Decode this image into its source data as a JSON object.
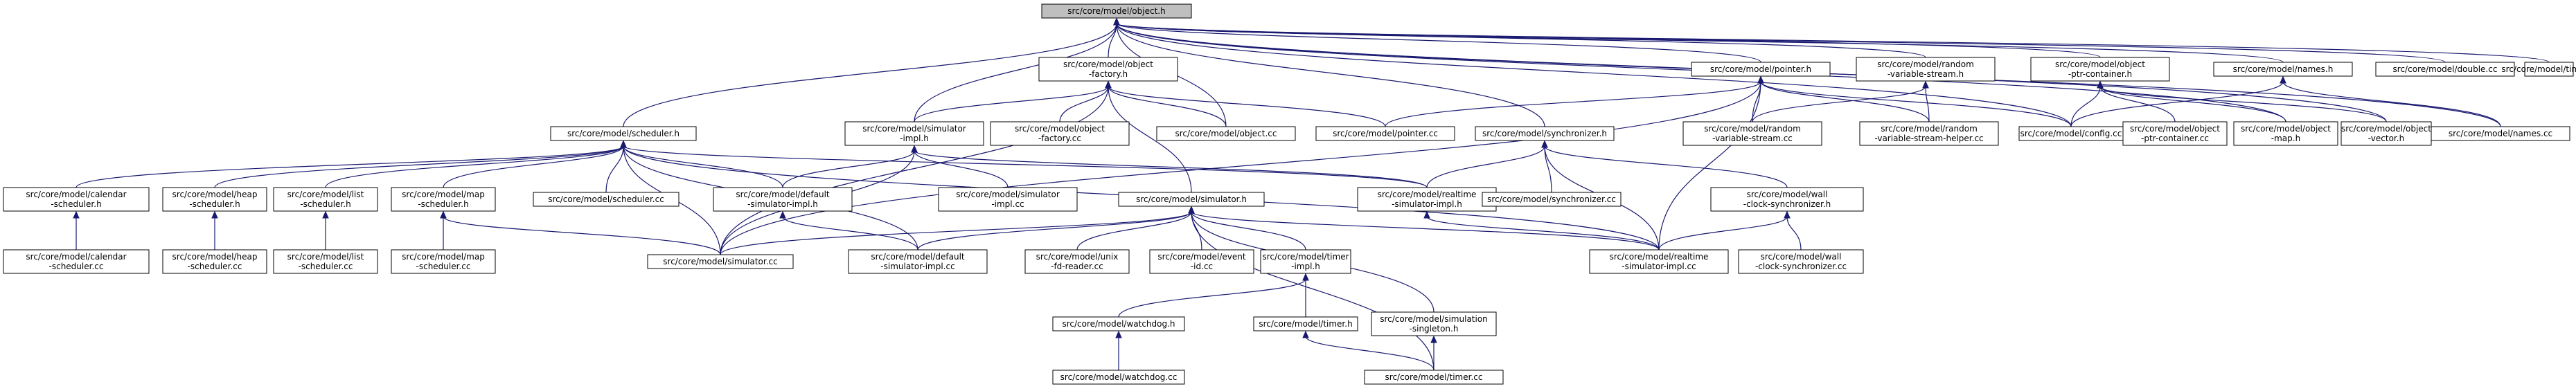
{
  "graph": {
    "colors": {
      "edge": "#191970",
      "node_fill": "#ffffff",
      "highlight_fill": "#bfbfbf",
      "border": "#000000"
    },
    "highlight": "object_h",
    "nodes": [
      {
        "id": "object_h",
        "lines": [
          "src/core/model/object.h"
        ]
      },
      {
        "id": "object_factory_h",
        "lines": [
          "src/core/model/object",
          "-factory.h"
        ]
      },
      {
        "id": "pointer_h",
        "lines": [
          "src/core/model/pointer.h"
        ]
      },
      {
        "id": "random_vs_h",
        "lines": [
          "src/core/model/random",
          "-variable-stream.h"
        ]
      },
      {
        "id": "optr_container_h",
        "lines": [
          "src/core/model/object",
          "-ptr-container.h"
        ]
      },
      {
        "id": "names_h",
        "lines": [
          "src/core/model/names.h"
        ]
      },
      {
        "id": "double_cc",
        "lines": [
          "src/core/model/double.cc"
        ]
      },
      {
        "id": "time_cc",
        "lines": [
          "src/core/model/time.cc"
        ]
      },
      {
        "id": "scheduler_h",
        "lines": [
          "src/core/model/scheduler.h"
        ]
      },
      {
        "id": "sim_impl_h",
        "lines": [
          "src/core/model/simulator",
          "-impl.h"
        ]
      },
      {
        "id": "object_factory_cc",
        "lines": [
          "src/core/model/object",
          "-factory.cc"
        ]
      },
      {
        "id": "object_cc",
        "lines": [
          "src/core/model/object.cc"
        ]
      },
      {
        "id": "pointer_cc",
        "lines": [
          "src/core/model/pointer.cc"
        ]
      },
      {
        "id": "synchronizer_h",
        "lines": [
          "src/core/model/synchronizer.h"
        ]
      },
      {
        "id": "random_vs_cc",
        "lines": [
          "src/core/model/random",
          "-variable-stream.cc"
        ]
      },
      {
        "id": "random_vs_helper_cc",
        "lines": [
          "src/core/model/random",
          "-variable-stream-helper.cc"
        ]
      },
      {
        "id": "config_cc",
        "lines": [
          "src/core/model/config.cc"
        ]
      },
      {
        "id": "optr_container_cc",
        "lines": [
          "src/core/model/object",
          "-ptr-container.cc"
        ]
      },
      {
        "id": "object_map_h",
        "lines": [
          "src/core/model/object",
          "-map.h"
        ]
      },
      {
        "id": "object_vector_h",
        "lines": [
          "src/core/model/object",
          "-vector.h"
        ]
      },
      {
        "id": "names_cc",
        "lines": [
          "src/core/model/names.cc"
        ]
      },
      {
        "id": "calendar_h",
        "lines": [
          "src/core/model/calendar",
          "-scheduler.h"
        ]
      },
      {
        "id": "heap_h",
        "lines": [
          "src/core/model/heap",
          "-scheduler.h"
        ]
      },
      {
        "id": "list_h",
        "lines": [
          "src/core/model/list",
          "-scheduler.h"
        ]
      },
      {
        "id": "map_h",
        "lines": [
          "src/core/model/map",
          "-scheduler.h"
        ]
      },
      {
        "id": "scheduler_cc",
        "lines": [
          "src/core/model/scheduler.cc"
        ]
      },
      {
        "id": "default_impl_h",
        "lines": [
          "src/core/model/default",
          "-simulator-impl.h"
        ]
      },
      {
        "id": "sim_impl_cc",
        "lines": [
          "src/core/model/simulator",
          "-impl.cc"
        ]
      },
      {
        "id": "realtime_impl_h",
        "lines": [
          "src/core/model/realtime",
          "-simulator-impl.h"
        ]
      },
      {
        "id": "synchronizer_cc",
        "lines": [
          "src/core/model/synchronizer.cc"
        ]
      },
      {
        "id": "wall_sync_h",
        "lines": [
          "src/core/model/wall",
          "-clock-synchronizer.h"
        ]
      },
      {
        "id": "simulator_h",
        "lines": [
          "src/core/model/simulator.h"
        ]
      },
      {
        "id": "calendar_cc",
        "lines": [
          "src/core/model/calendar",
          "-scheduler.cc"
        ]
      },
      {
        "id": "heap_cc",
        "lines": [
          "src/core/model/heap",
          "-scheduler.cc"
        ]
      },
      {
        "id": "list_cc",
        "lines": [
          "src/core/model/list",
          "-scheduler.cc"
        ]
      },
      {
        "id": "map_cc",
        "lines": [
          "src/core/model/map",
          "-scheduler.cc"
        ]
      },
      {
        "id": "simulator_cc",
        "lines": [
          "src/core/model/simulator.cc"
        ]
      },
      {
        "id": "default_impl_cc",
        "lines": [
          "src/core/model/default",
          "-simulator-impl.cc"
        ]
      },
      {
        "id": "unix_fd_cc",
        "lines": [
          "src/core/model/unix",
          "-fd-reader.cc"
        ]
      },
      {
        "id": "event_id_cc",
        "lines": [
          "src/core/model/event",
          "-id.cc"
        ]
      },
      {
        "id": "timer_impl_h",
        "lines": [
          "src/core/model/timer",
          "-impl.h"
        ]
      },
      {
        "id": "sim_singleton_h",
        "lines": [
          "src/core/model/simulation",
          "-singleton.h"
        ]
      },
      {
        "id": "realtime_impl_cc",
        "lines": [
          "src/core/model/realtime",
          "-simulator-impl.cc"
        ]
      },
      {
        "id": "wall_sync_cc",
        "lines": [
          "src/core/model/wall",
          "-clock-synchronizer.cc"
        ]
      },
      {
        "id": "watchdog_h",
        "lines": [
          "src/core/model/watchdog.h"
        ]
      },
      {
        "id": "timer_h",
        "lines": [
          "src/core/model/timer.h"
        ]
      },
      {
        "id": "watchdog_cc",
        "lines": [
          "src/core/model/watchdog.cc"
        ]
      },
      {
        "id": "timer_cc",
        "lines": [
          "src/core/model/timer.cc"
        ]
      }
    ],
    "edges": [
      [
        "object_h",
        "object_factory_h"
      ],
      [
        "object_h",
        "pointer_h"
      ],
      [
        "object_h",
        "random_vs_h"
      ],
      [
        "object_h",
        "optr_container_h"
      ],
      [
        "object_h",
        "names_h"
      ],
      [
        "object_h",
        "double_cc"
      ],
      [
        "object_h",
        "time_cc"
      ],
      [
        "object_h",
        "scheduler_h"
      ],
      [
        "object_h",
        "sim_impl_h"
      ],
      [
        "object_h",
        "object_cc"
      ],
      [
        "object_h",
        "synchronizer_h"
      ],
      [
        "object_h",
        "config_cc"
      ],
      [
        "object_h",
        "object_map_h"
      ],
      [
        "object_h",
        "object_vector_h"
      ],
      [
        "object_h",
        "names_cc"
      ],
      [
        "object_factory_h",
        "object_factory_cc"
      ],
      [
        "object_factory_h",
        "object_cc"
      ],
      [
        "object_factory_h",
        "pointer_cc"
      ],
      [
        "object_factory_h",
        "sim_impl_h"
      ],
      [
        "object_factory_h",
        "simulator_h"
      ],
      [
        "object_factory_h",
        "simulator_cc"
      ],
      [
        "pointer_h",
        "pointer_cc"
      ],
      [
        "pointer_h",
        "random_vs_cc"
      ],
      [
        "pointer_h",
        "random_vs_helper_cc"
      ],
      [
        "pointer_h",
        "config_cc"
      ],
      [
        "pointer_h",
        "simulator_cc"
      ],
      [
        "pointer_h",
        "realtime_impl_cc"
      ],
      [
        "random_vs_h",
        "random_vs_cc"
      ],
      [
        "random_vs_h",
        "random_vs_helper_cc"
      ],
      [
        "optr_container_h",
        "config_cc"
      ],
      [
        "optr_container_h",
        "optr_container_cc"
      ],
      [
        "optr_container_h",
        "object_map_h"
      ],
      [
        "optr_container_h",
        "object_vector_h"
      ],
      [
        "names_h",
        "config_cc"
      ],
      [
        "names_h",
        "names_cc"
      ],
      [
        "scheduler_h",
        "calendar_h"
      ],
      [
        "scheduler_h",
        "heap_h"
      ],
      [
        "scheduler_h",
        "list_h"
      ],
      [
        "scheduler_h",
        "map_h"
      ],
      [
        "scheduler_h",
        "scheduler_cc"
      ],
      [
        "scheduler_h",
        "default_impl_h"
      ],
      [
        "scheduler_h",
        "simulator_cc"
      ],
      [
        "scheduler_h",
        "default_impl_cc"
      ],
      [
        "scheduler_h",
        "realtime_impl_h"
      ],
      [
        "scheduler_h",
        "realtime_impl_cc"
      ],
      [
        "sim_impl_h",
        "default_impl_h"
      ],
      [
        "sim_impl_h",
        "sim_impl_cc"
      ],
      [
        "sim_impl_h",
        "realtime_impl_h"
      ],
      [
        "sim_impl_h",
        "simulator_cc"
      ],
      [
        "synchronizer_h",
        "realtime_impl_h"
      ],
      [
        "synchronizer_h",
        "synchronizer_cc"
      ],
      [
        "synchronizer_h",
        "wall_sync_h"
      ],
      [
        "synchronizer_h",
        "realtime_impl_cc"
      ],
      [
        "calendar_h",
        "calendar_cc"
      ],
      [
        "heap_h",
        "heap_cc"
      ],
      [
        "list_h",
        "list_cc"
      ],
      [
        "map_h",
        "map_cc"
      ],
      [
        "map_h",
        "simulator_cc"
      ],
      [
        "default_impl_h",
        "default_impl_cc"
      ],
      [
        "realtime_impl_h",
        "realtime_impl_cc"
      ],
      [
        "wall_sync_h",
        "wall_sync_cc"
      ],
      [
        "wall_sync_h",
        "realtime_impl_cc"
      ],
      [
        "simulator_h",
        "simulator_cc"
      ],
      [
        "simulator_h",
        "default_impl_cc"
      ],
      [
        "simulator_h",
        "unix_fd_cc"
      ],
      [
        "simulator_h",
        "event_id_cc"
      ],
      [
        "simulator_h",
        "timer_impl_h"
      ],
      [
        "simulator_h",
        "sim_singleton_h"
      ],
      [
        "simulator_h",
        "realtime_impl_cc"
      ],
      [
        "simulator_h",
        "timer_cc"
      ],
      [
        "timer_impl_h",
        "watchdog_h"
      ],
      [
        "timer_impl_h",
        "timer_h"
      ],
      [
        "watchdog_h",
        "watchdog_cc"
      ],
      [
        "timer_h",
        "timer_cc"
      ],
      [
        "sim_singleton_h",
        "timer_cc"
      ]
    ]
  }
}
